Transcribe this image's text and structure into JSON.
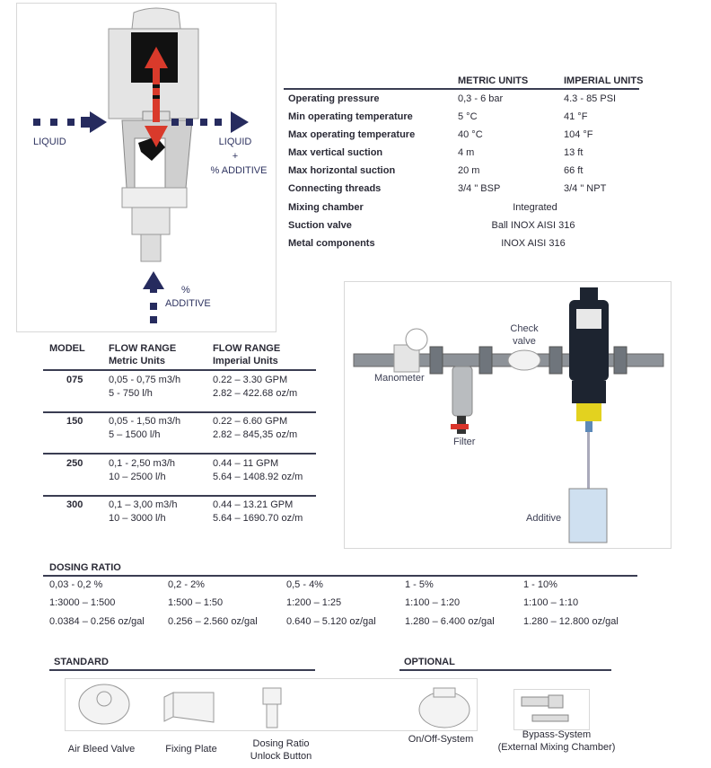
{
  "diagram": {
    "liquid_in": "LIQUID",
    "liquid_out": "LIQUID",
    "plus": "+",
    "additive_out": "% ADDITIVE",
    "additive_in_pct": "%",
    "additive_in": "ADDITIVE",
    "colors": {
      "arrow": "#262b5e",
      "piston_arrow": "#d93a2b"
    }
  },
  "specs": {
    "headers": [
      "METRIC UNITS",
      "IMPERIAL UNITS"
    ],
    "rows": [
      {
        "label": "Operating pressure",
        "metric": "0,3 - 6 bar",
        "imperial": "4.3 - 85 PSI"
      },
      {
        "label": "Min operating temperature",
        "metric": "5 °C",
        "imperial": "41 °F"
      },
      {
        "label": "Max operating temperature",
        "metric": "40 °C",
        "imperial": "104 °F"
      },
      {
        "label": "Max vertical suction",
        "metric": "4 m",
        "imperial": "13 ft"
      },
      {
        "label": "Max horizontal suction",
        "metric": "20 m",
        "imperial": "66 ft"
      },
      {
        "label": "Connecting threads",
        "metric": "3/4 \" BSP",
        "imperial": "3/4 \" NPT"
      },
      {
        "label": "Mixing chamber",
        "value": "Integrated"
      },
      {
        "label": "Suction valve",
        "value": "Ball INOX AISI 316"
      },
      {
        "label": "Metal components",
        "value": "INOX AISI 316"
      }
    ]
  },
  "flow": {
    "headers": {
      "model": "MODEL",
      "metric_1": "FLOW RANGE",
      "metric_2": "Metric Units",
      "imperial_1": "FLOW RANGE",
      "imperial_2": "Imperial Units"
    },
    "rows": [
      {
        "model": "075",
        "m1": "0,05 - 0,75 m3/h",
        "m2": "5 - 750 l/h",
        "i1": "0.22 – 3.30 GPM",
        "i2": "2.82 – 422.68 oz/m"
      },
      {
        "model": "150",
        "m1": "0,05 - 1,50 m3/h",
        "m2": "5 – 1500 l/h",
        "i1": "0.22 – 6.60 GPM",
        "i2": "2.82 – 845,35 oz/m"
      },
      {
        "model": "250",
        "m1": "0,1 - 2,50 m3/h",
        "m2": "10 – 2500 l/h",
        "i1": "0.44 – 11 GPM",
        "i2": "5.64 – 1408.92 oz/m"
      },
      {
        "model": "300",
        "m1": "0,1 – 3,00 m3/h",
        "m2": "10 – 3000 l/h",
        "i1": "0.44 – 13.21 GPM",
        "i2": "5.64 – 1690.70 oz/m"
      }
    ]
  },
  "install": {
    "manometer": "Manometer",
    "filter": "Filter",
    "check_valve_1": "Check",
    "check_valve_2": "valve",
    "additive": "Additive"
  },
  "dosing": {
    "title": "DOSING RATIO",
    "rows": [
      [
        "0,03 - 0,2 %",
        "0,2 - 2%",
        "0,5 - 4%",
        "1 - 5%",
        "1 - 10%"
      ],
      [
        "1:3000 – 1:500",
        "1:500 – 1:50",
        "1:200 – 1:25",
        "1:100 – 1:20",
        "1:100 – 1:10"
      ],
      [
        "0.0384 – 0.256 oz/gal",
        "0.256 – 2.560 oz/gal",
        "0.640 – 5.120 oz/gal",
        "1.280 – 6.400 oz/gal",
        "1.280 – 12.800 oz/gal"
      ]
    ]
  },
  "accessories": {
    "standard_title": "STANDARD",
    "optional_title": "OPTIONAL",
    "air_bleed": "Air Bleed Valve",
    "fixing_plate": "Fixing Plate",
    "dosing_unlock_1": "Dosing Ratio",
    "dosing_unlock_2": "Unlock Button",
    "onoff": "On/Off-System",
    "bypass_1": "Bypass-System",
    "bypass_2": "(External Mixing Chamber)"
  }
}
